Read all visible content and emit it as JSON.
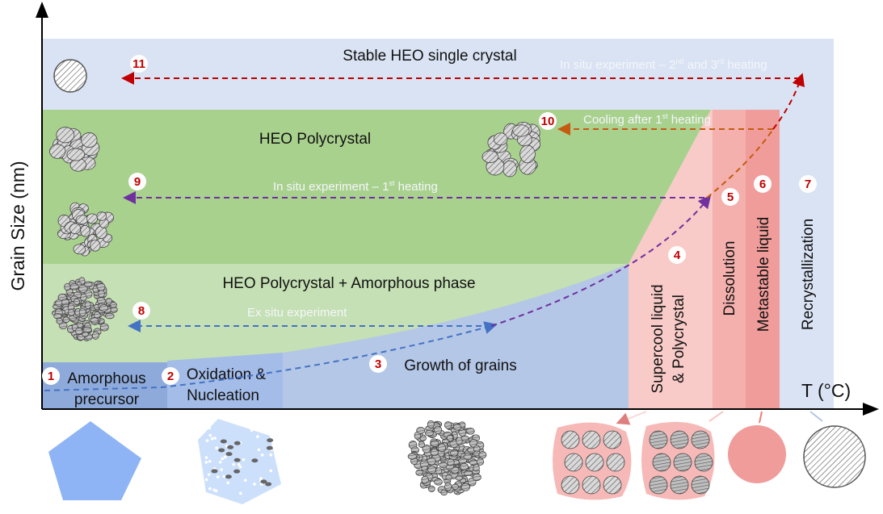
{
  "axes": {
    "y_label": "Grain Size (nm)",
    "x_label": "T (°C)"
  },
  "regions": {
    "stable": "Stable HEO single crystal",
    "poly": "HEO Polycrystal",
    "poly_amorph": "HEO Polycrystal + Amorphous phase",
    "amorphous_1": "Amorphous",
    "amorphous_2": "precursor",
    "oxidation_1": "Oxidation &",
    "oxidation_2": "Nucleation",
    "growth": "Growth of grains",
    "supercool_1": "Supercool liquid",
    "supercool_2": "& Polycrystal",
    "dissolution": "Dissolution",
    "metastable": "Metastable liquid",
    "recrystallization": "Recrystallization"
  },
  "paths": {
    "heating23_a": "In situ experiment – 2",
    "heating23_sup1": "nd",
    "heating23_b": " and 3",
    "heating23_sup2": "rd",
    "heating23_c": "  heating",
    "cooling_a": "Cooling after 1",
    "cooling_sup": "st",
    "cooling_b": " heating",
    "heating1_a": "In situ experiment – 1",
    "heating1_sup": "st",
    "heating1_b": " heating",
    "exsitu": "Ex  situ experiment"
  },
  "steps": [
    "1",
    "2",
    "3",
    "4",
    "5",
    "6",
    "7",
    "8",
    "9",
    "10",
    "11"
  ],
  "colors": {
    "stable": "#dae3f3",
    "poly": "#a9d18e",
    "poly_amorph": "#c5e0b4",
    "growth": "#b4c7e7",
    "oxidation": "#a4bce8",
    "amorphous": "#8eaadb",
    "supercool": "#f8cbc8",
    "dissolution": "#f4b0ad",
    "metastable": "#f09c9a",
    "step_number": "#c00000"
  }
}
